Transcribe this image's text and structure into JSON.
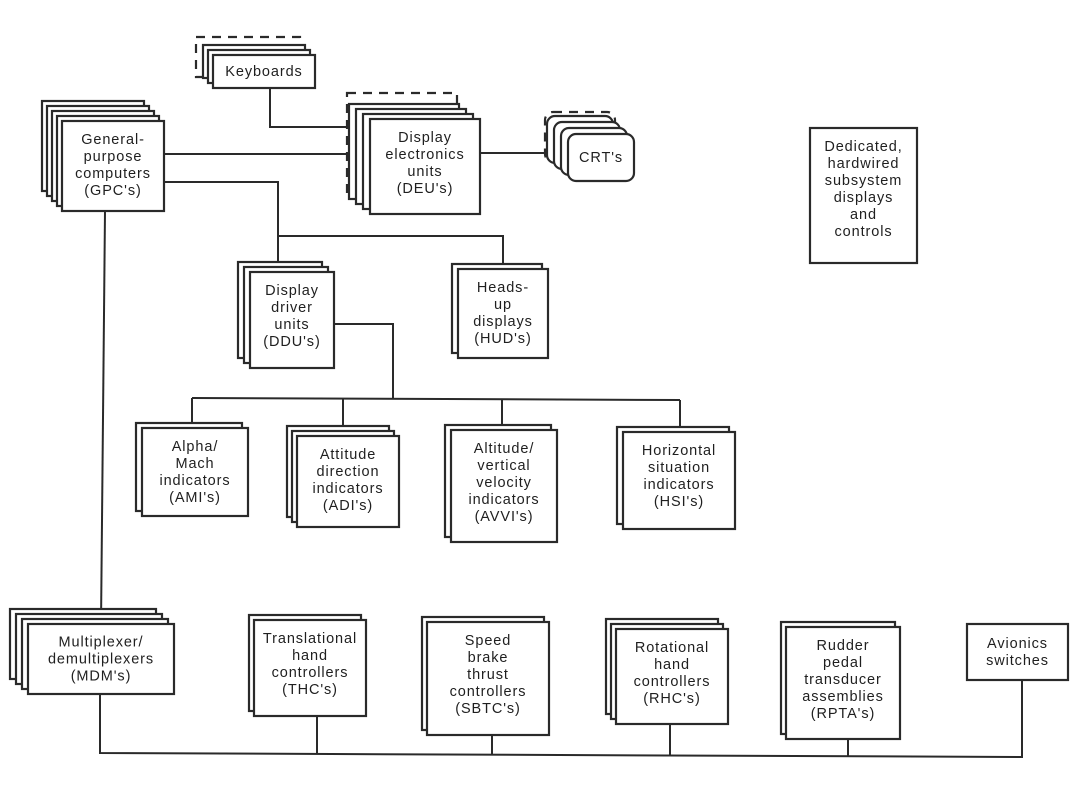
{
  "diagram": {
    "type": "block-diagram",
    "nodes": [
      {
        "id": "keyboards",
        "label": [
          "Keyboards"
        ],
        "stacked": true,
        "dashed_outline": true
      },
      {
        "id": "gpc",
        "label": [
          "General-",
          "purpose",
          "computers",
          "(GPC's)"
        ],
        "stacked": true,
        "dashed_outline": false
      },
      {
        "id": "deu",
        "label": [
          "Display",
          "electronics",
          "units",
          "(DEU's)"
        ],
        "stacked": true,
        "dashed_outline": true
      },
      {
        "id": "crt",
        "label": [
          "CRT's"
        ],
        "stacked": true,
        "dashed_outline": true,
        "rounded": true
      },
      {
        "id": "dedicated",
        "label": [
          "Dedicated,",
          "hardwired",
          "subsystem",
          "displays",
          "and",
          "controls"
        ],
        "stacked": false,
        "dashed_outline": false
      },
      {
        "id": "ddu",
        "label": [
          "Display",
          "driver",
          "units",
          "(DDU's)"
        ],
        "stacked": true,
        "dashed_outline": false
      },
      {
        "id": "hud",
        "label": [
          "Heads-",
          "up",
          "displays",
          "(HUD's)"
        ],
        "stacked": true,
        "dashed_outline": false
      },
      {
        "id": "ami",
        "label": [
          "Alpha/",
          "Mach",
          "indicators",
          "(AMI's)"
        ],
        "stacked": true,
        "dashed_outline": false
      },
      {
        "id": "adi",
        "label": [
          "Attitude",
          "direction",
          "indicators",
          "(ADI's)"
        ],
        "stacked": true,
        "dashed_outline": false
      },
      {
        "id": "avvi",
        "label": [
          "Altitude/",
          "vertical",
          "velocity",
          "indicators",
          "(AVVI's)"
        ],
        "stacked": true,
        "dashed_outline": false
      },
      {
        "id": "hsi",
        "label": [
          "Horizontal",
          "situation",
          "indicators",
          "(HSI's)"
        ],
        "stacked": true,
        "dashed_outline": false
      },
      {
        "id": "mdm",
        "label": [
          "Multiplexer/",
          "demultiplexers",
          "(MDM's)"
        ],
        "stacked": true,
        "dashed_outline": false
      },
      {
        "id": "thc",
        "label": [
          "Translational",
          "hand",
          "controllers",
          "(THC's)"
        ],
        "stacked": true,
        "dashed_outline": false
      },
      {
        "id": "sbtc",
        "label": [
          "Speed",
          "brake",
          "thrust",
          "controllers",
          "(SBTC's)"
        ],
        "stacked": true,
        "dashed_outline": false
      },
      {
        "id": "rhc",
        "label": [
          "Rotational",
          "hand",
          "controllers",
          "(RHC's)"
        ],
        "stacked": true,
        "dashed_outline": false
      },
      {
        "id": "rpta",
        "label": [
          "Rudder",
          "pedal",
          "transducer",
          "assemblies",
          "(RPTA's)"
        ],
        "stacked": true,
        "dashed_outline": false
      },
      {
        "id": "avionics",
        "label": [
          "Avionics",
          "switches"
        ],
        "stacked": false,
        "dashed_outline": false
      }
    ],
    "edges": [
      {
        "from": "keyboards",
        "to": "deu"
      },
      {
        "from": "gpc",
        "to": "deu"
      },
      {
        "from": "deu",
        "to": "crt"
      },
      {
        "from": "gpc",
        "to": "ddu"
      },
      {
        "from": "gpc",
        "to": "hud"
      },
      {
        "from": "ddu",
        "to": "ami"
      },
      {
        "from": "ddu",
        "to": "adi"
      },
      {
        "from": "ddu",
        "to": "avvi"
      },
      {
        "from": "ddu",
        "to": "hsi"
      },
      {
        "from": "gpc",
        "to": "mdm"
      },
      {
        "from": "mdm",
        "to": "thc"
      },
      {
        "from": "mdm",
        "to": "sbtc"
      },
      {
        "from": "mdm",
        "to": "rhc"
      },
      {
        "from": "mdm",
        "to": "rpta"
      },
      {
        "from": "mdm",
        "to": "avionics"
      }
    ]
  }
}
